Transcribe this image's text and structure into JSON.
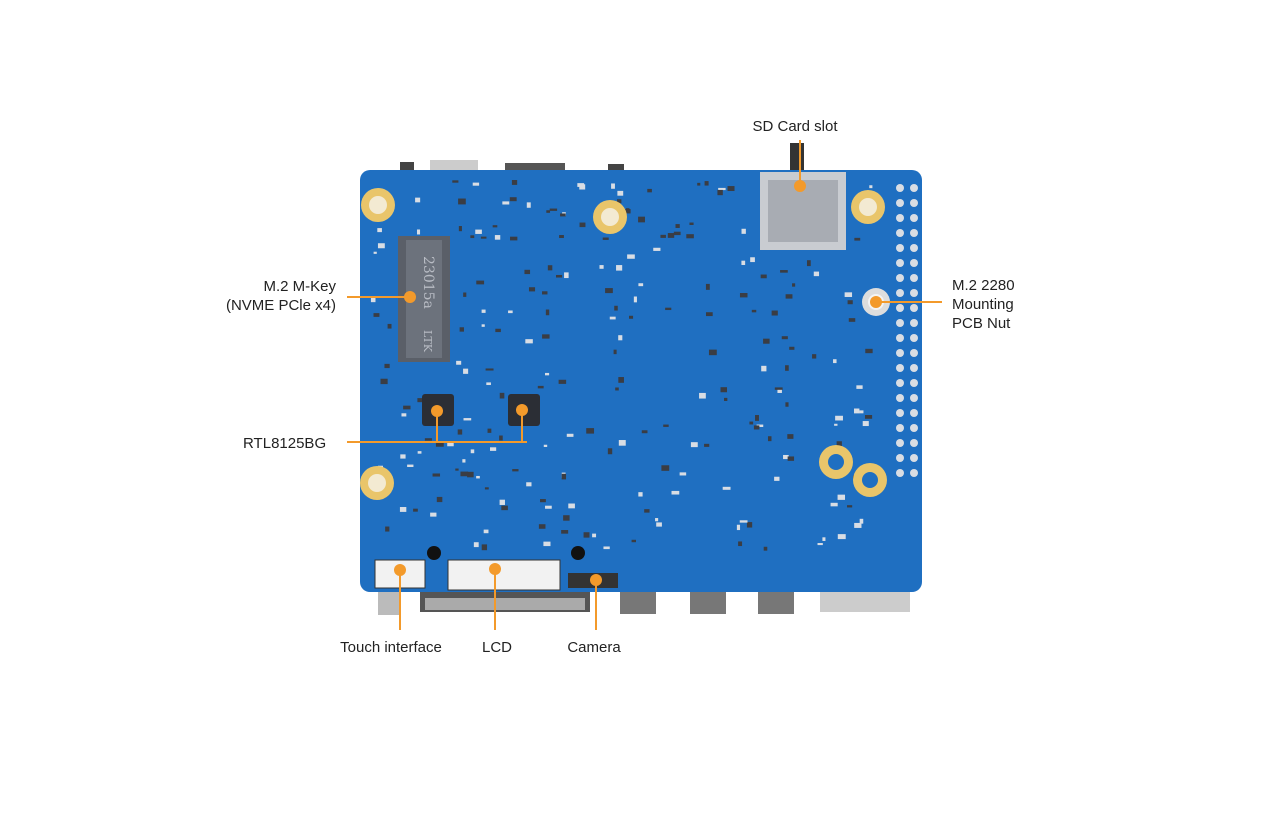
{
  "title": "Board bottom view",
  "accent_color": "#f39a2b",
  "board_color": "#1f6fc1",
  "callouts": {
    "sd_card": "SD Card slot",
    "m2_mkey_line1": "M.2 M-Key",
    "m2_mkey_line2": "(NVME PCle x4)",
    "m2_nut_line1": "M.2 2280",
    "m2_nut_line2": "Mounting",
    "m2_nut_line3": "PCB Nut",
    "rtl": "RTL8125BG",
    "touch": "Touch interface",
    "lcd": "LCD",
    "camera": "Camera"
  },
  "silkscreen": {
    "m2_text": "23015a",
    "m2_mark": "LTK"
  }
}
